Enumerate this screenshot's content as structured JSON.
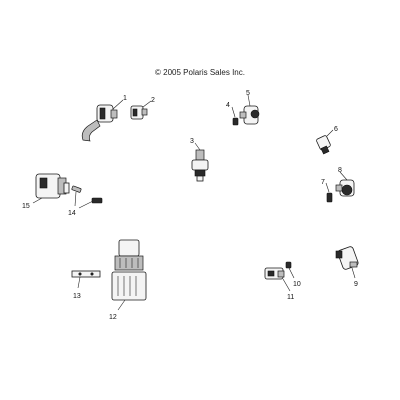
{
  "copyright": "© 2005 Polaris Sales Inc.",
  "callouts": {
    "c1": "1",
    "c2": "2",
    "c3": "3",
    "c4": "4",
    "c5": "5",
    "c6": "6",
    "c7": "7",
    "c8": "8",
    "c9": "9",
    "c10": "10",
    "c11": "11",
    "c12": "12",
    "c13": "13",
    "c14": "14",
    "c15": "15"
  }
}
